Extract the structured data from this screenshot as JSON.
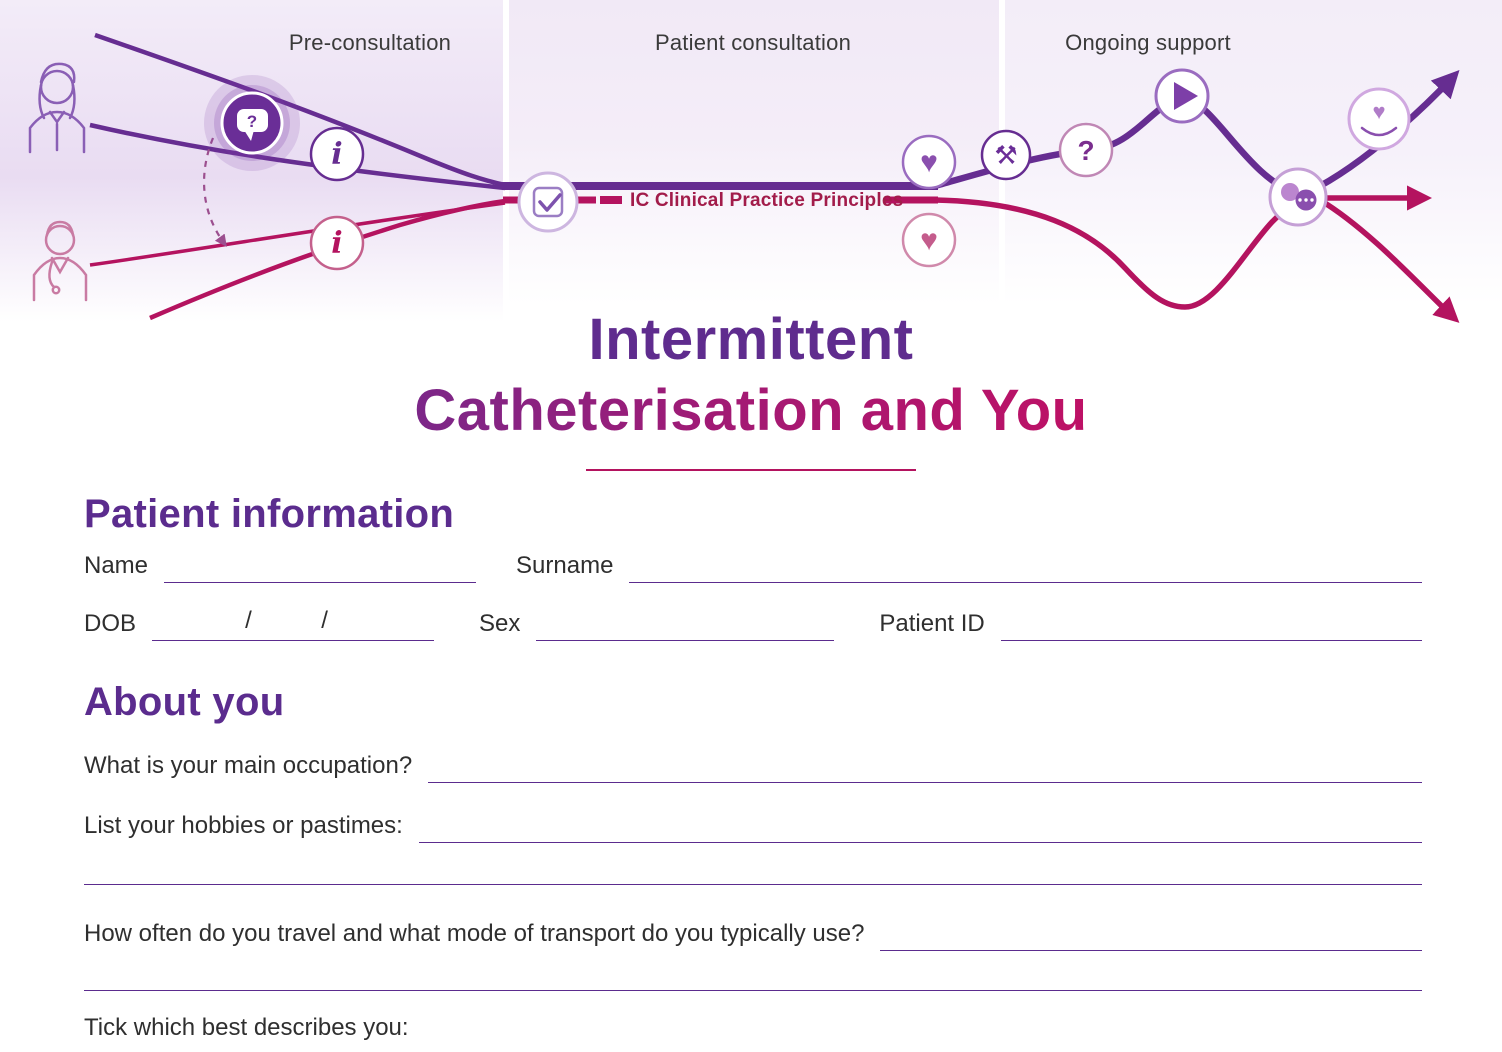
{
  "header": {
    "phases": [
      {
        "label": "Pre-consultation"
      },
      {
        "label": "Patient consultation"
      },
      {
        "label": "Ongoing support"
      }
    ],
    "line_label": "IC Clinical Practice Principles"
  },
  "title": {
    "line1": "Intermittent",
    "line2": "Catheterisation and You"
  },
  "icons": {
    "question": "?",
    "info": "i",
    "heart": "♥",
    "tools": "⚒"
  },
  "patient_info": {
    "heading": "Patient information",
    "name_label": "Name",
    "surname_label": "Surname",
    "dob_label": "DOB",
    "dob_separator": "/",
    "sex_label": "Sex",
    "patient_id_label": "Patient ID"
  },
  "about_you": {
    "heading": "About you",
    "q_occupation": "What is your main occupation?",
    "q_hobbies": "List your hobbies or pastimes:",
    "q_travel": "How often do you travel and what mode of transport do you typically use?",
    "q_tick": "Tick which best describes you:"
  },
  "colors": {
    "purple": "#662d91",
    "magenta": "#b4135f"
  }
}
